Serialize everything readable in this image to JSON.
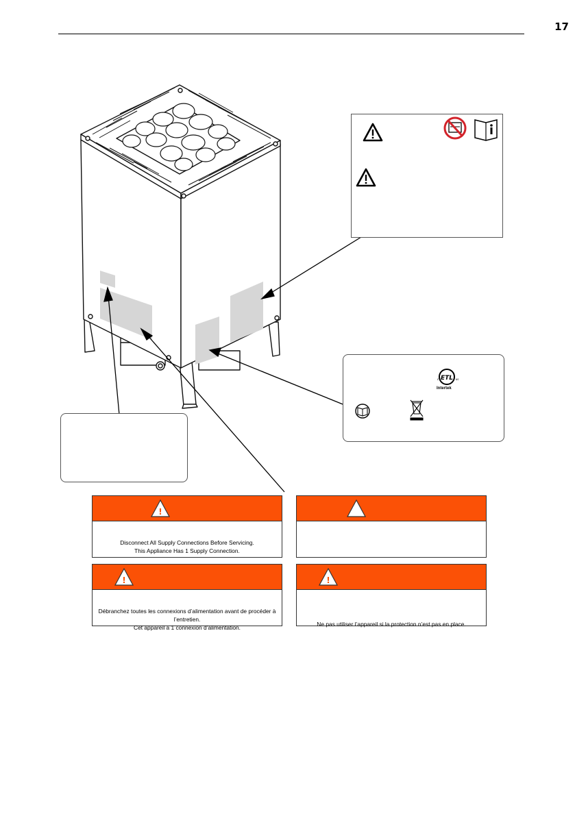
{
  "page": {
    "number": "17"
  },
  "cert_label": {
    "mark_text": "Intertek"
  },
  "signs": [
    {
      "lines": [
        "Disconnect All Supply Connections Before Servicing.",
        "This Appliance Has 1 Supply Connection."
      ]
    },
    {
      "lines": []
    },
    {
      "lines": [
        "Débranchez toutes les connexions d’alimentation avant de procéder à",
        "l’entretien.",
        "Cet appareil a 1 connexion d’alimentation."
      ]
    },
    {
      "lines": [
        "Ne pas utiliser l’appareil si la protection n’est pas en place."
      ]
    }
  ],
  "colors": {
    "danger_orange": "#fb5106",
    "no_symbol_red": "#d2232a",
    "label_area_grey": "#d6d6d6"
  },
  "icons": [
    "warning-triangle-icon",
    "no-cover-symbol-icon",
    "read-manual-icon",
    "etl-mark-icon",
    "weee-bin-icon"
  ]
}
